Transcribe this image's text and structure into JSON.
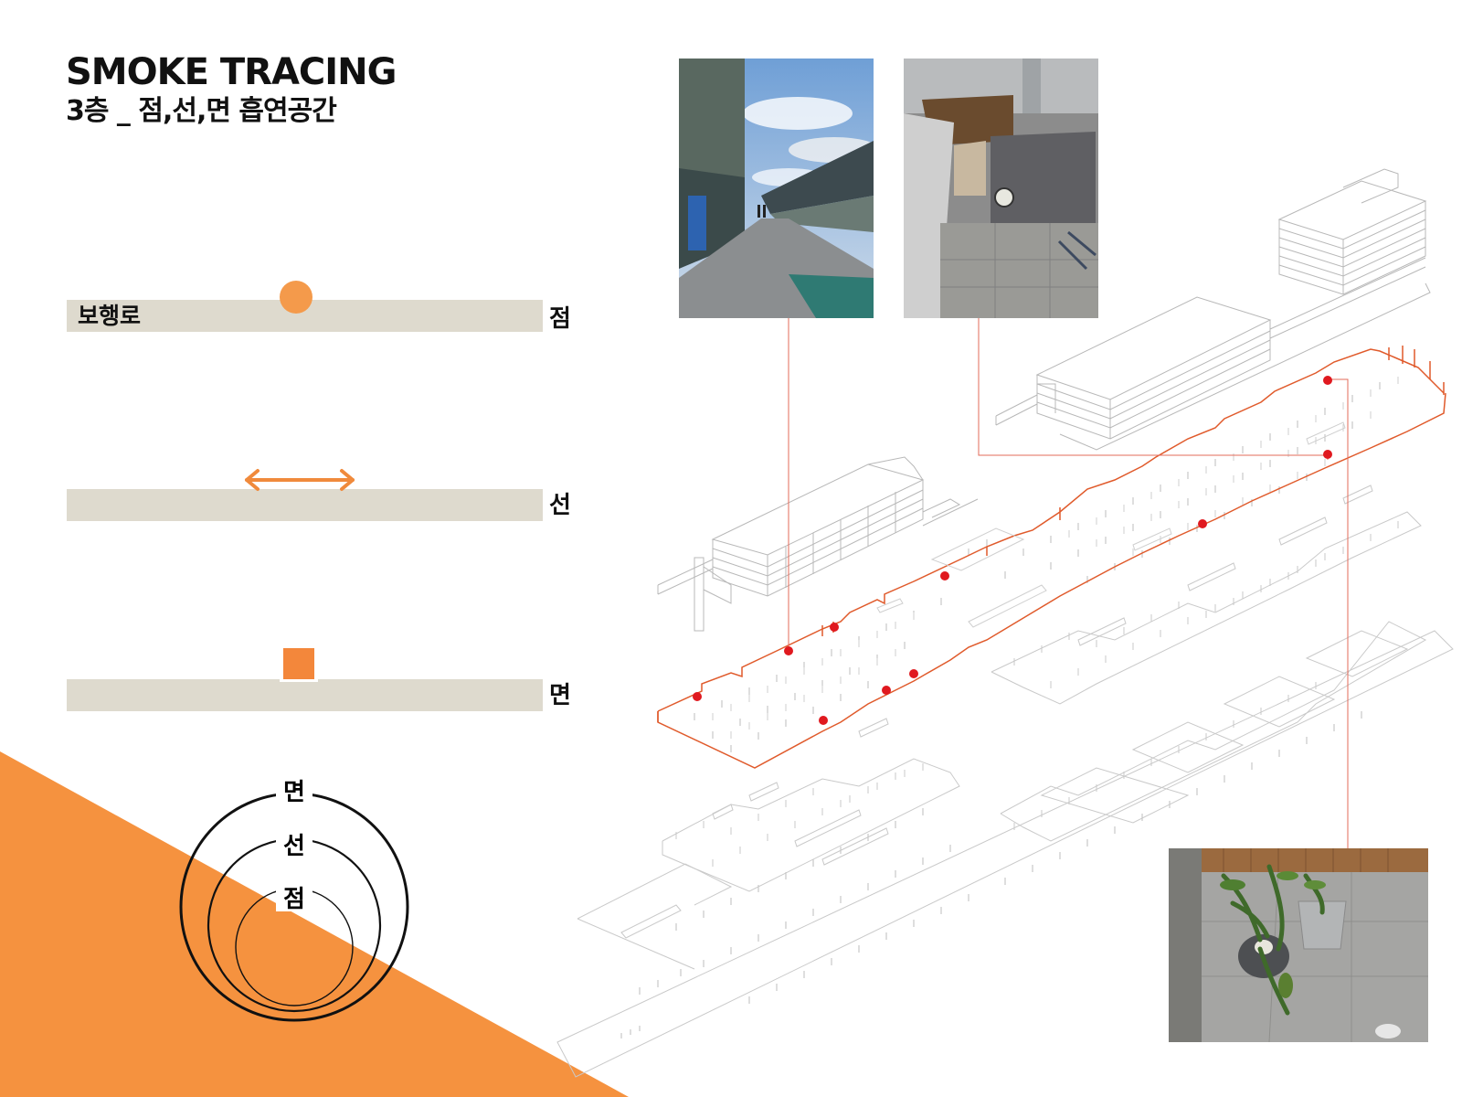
{
  "header": {
    "title": "SMOKE TRACING",
    "subtitle": "3층 _ 점,선,면 흡연공간"
  },
  "legend": {
    "rows": [
      {
        "bar_label": "보행로",
        "side_label": "점"
      },
      {
        "bar_label": "",
        "side_label": "선"
      },
      {
        "bar_label": "",
        "side_label": "면"
      }
    ]
  },
  "rings": {
    "outer": "면",
    "middle": "선",
    "inner": "점"
  },
  "colors": {
    "accent_orange": "#f5923f",
    "highlight_red": "#e0191f",
    "outline_red": "#e05a2b",
    "bar_beige": "#dedace",
    "line_grey": "#c9c9c9"
  }
}
